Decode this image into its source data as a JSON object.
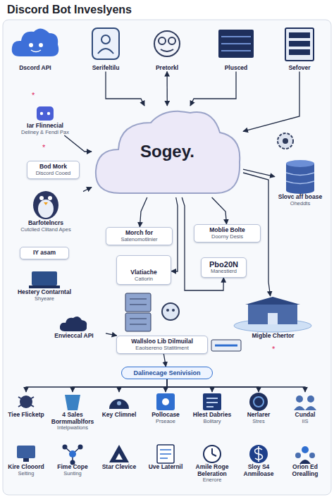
{
  "diagram": {
    "title": "Discord Bot Inveslyens",
    "nodes": [
      {
        "text": [
          "Dscord API"
        ]
      },
      {
        "text": [
          "Serifeltilu"
        ]
      },
      {
        "text": [
          "Pretorkl"
        ]
      },
      {
        "text": [
          "Plusced"
        ]
      },
      {
        "text": [
          "Sefover"
        ]
      },
      {
        "text": [
          "Sogey."
        ]
      },
      {
        "text": [
          "Iar Flinnecial",
          "Deliney & Fendl Pax"
        ]
      },
      {
        "text": [
          "Bod Mork",
          "Discord Cooed"
        ]
      },
      {
        "text": [
          "Barfotelncrs",
          "Cutclied Clitand Apes"
        ]
      },
      {
        "text": [
          "IY asam"
        ]
      },
      {
        "text": [
          "Hestery Contarntal",
          "Shyeare"
        ]
      },
      {
        "text": [
          "Envieccal API"
        ]
      },
      {
        "text": [
          "Slovc aff boase",
          "Oheddts"
        ]
      },
      {
        "text": [
          "Morch for",
          "Satenomotlinier"
        ]
      },
      {
        "text": [
          "Moblie Bolte",
          "Doorny Desis"
        ]
      },
      {
        "text": [
          "Vlatiache",
          "Catiorin"
        ]
      },
      {
        "text": [
          "Pbo20N",
          "Manestierd"
        ]
      },
      {
        "text": [
          "Migble Chertor"
        ]
      },
      {
        "text": [
          "Wallsloo Lib Dilmuilal",
          "Eaolsereno Statitiment"
        ]
      },
      {
        "text": [
          "Dalinecage Senivision"
        ]
      },
      {
        "text": [
          "Tiee Flicketp"
        ]
      },
      {
        "text": [
          "4 Sales Bormmalblfors",
          "Intelpwations"
        ]
      },
      {
        "text": [
          "Key Climnel"
        ]
      },
      {
        "text": [
          "Pollocase",
          "Prseaoe"
        ]
      },
      {
        "text": [
          "Hlest Dabries",
          "Bolitary"
        ]
      },
      {
        "text": [
          "Nerlarer",
          "Stres"
        ]
      },
      {
        "text": [
          "Cundal",
          "IIS"
        ]
      },
      {
        "text": [
          "Kire Clooord",
          "Selting"
        ]
      },
      {
        "text": [
          "Fime Cope",
          "Sunting"
        ]
      },
      {
        "text": [
          "Star Clevice"
        ]
      },
      {
        "text": [
          "Uve Laternil"
        ]
      },
      {
        "text": [
          "Amile Roge Beleration",
          "Enerore"
        ]
      },
      {
        "text": [
          "Sloy S4 Anmiloase"
        ]
      },
      {
        "text": [
          "Orion Ed Orealling"
        ]
      }
    ],
    "edges": [
      {
        "from": 1,
        "to": 5,
        "arrow": "to"
      },
      {
        "from": 2,
        "to": 5,
        "arrow": "both"
      },
      {
        "from": 3,
        "to": 5,
        "arrow": "to"
      },
      {
        "from": 4,
        "to": 5,
        "arrow": "to"
      },
      {
        "from": 6,
        "to": 5,
        "arrow": "to"
      },
      {
        "from": 8,
        "to": 5,
        "arrow": "to"
      },
      {
        "from": 5,
        "to": 12,
        "arrow": "to"
      },
      {
        "from": 5,
        "to": 13,
        "arrow": "to"
      },
      {
        "from": 5,
        "to": 14,
        "arrow": "to"
      },
      {
        "from": 5,
        "to": 15,
        "arrow": "to"
      },
      {
        "from": 5,
        "to": 16,
        "arrow": "to"
      },
      {
        "from": 5,
        "to": 17,
        "arrow": "to"
      },
      {
        "from": 11,
        "to": 18,
        "arrow": "to"
      },
      {
        "from": 18,
        "to": 19,
        "arrow": "to"
      },
      {
        "from": 19,
        "to": 20,
        "arrow": "to"
      },
      {
        "from": 19,
        "to": 21,
        "arrow": "to"
      },
      {
        "from": 19,
        "to": 22,
        "arrow": "to"
      },
      {
        "from": 19,
        "to": 23,
        "arrow": "to"
      },
      {
        "from": 19,
        "to": 24,
        "arrow": "to"
      },
      {
        "from": 19,
        "to": 25,
        "arrow": "to"
      },
      {
        "from": 19,
        "to": 26,
        "arrow": "to"
      }
    ],
    "labels": [
      "*",
      "*",
      "*"
    ]
  }
}
